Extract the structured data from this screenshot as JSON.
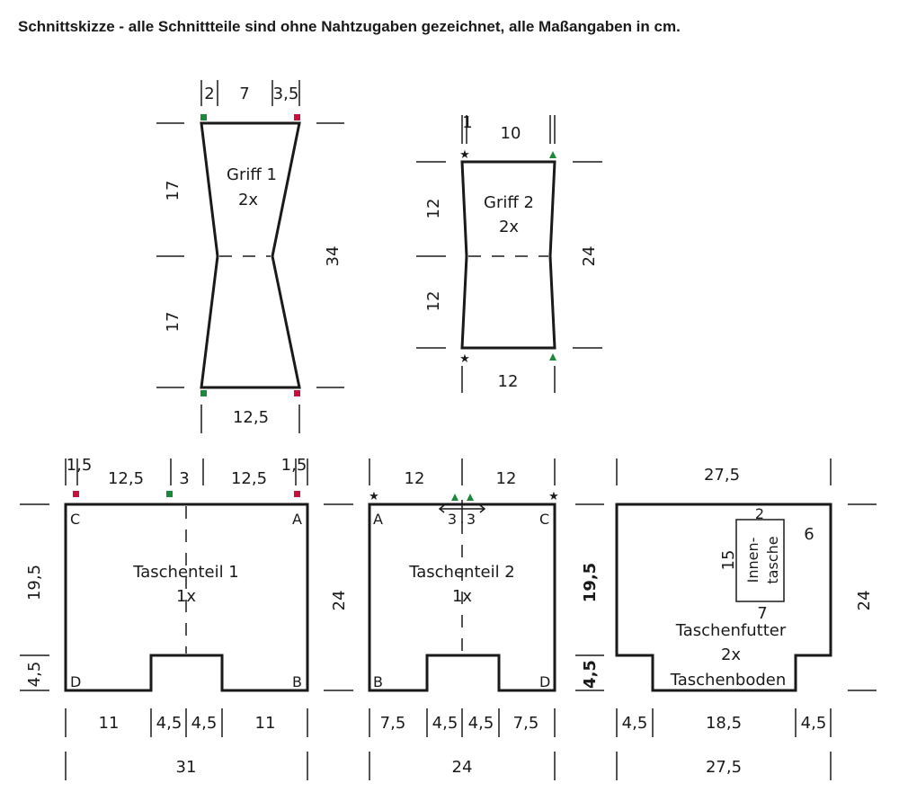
{
  "title": "Schnittskizze - alle Schnittteile sind ohne Nahtzugaben gezeichnet, alle Maßangaben in cm.",
  "colors": {
    "red_marker": "#c8103e",
    "green_marker": "#1a8a3a",
    "line": "#1a1a1a"
  },
  "griff1": {
    "name": "Griff 1",
    "count": "2x",
    "top_dims": [
      "2",
      "7",
      "3,5"
    ],
    "left_upper": "17",
    "left_lower": "17",
    "right": "34",
    "bottom": "12,5"
  },
  "griff2": {
    "name": "Griff 2",
    "count": "2x",
    "top_dims": [
      "1",
      "10"
    ],
    "left_upper": "12",
    "left_lower": "12",
    "right": "24",
    "bottom": "12"
  },
  "taschenteil1": {
    "name": "Taschenteil 1",
    "count": "1x",
    "top_dims": [
      "1,5",
      "12,5",
      "3",
      "12,5",
      "1,5"
    ],
    "left_upper": "19,5",
    "left_lower": "4,5",
    "right": "24",
    "bottom_dims": [
      "11",
      "4,5",
      "4,5",
      "11"
    ],
    "total": "31",
    "corners": [
      "C",
      "A",
      "D",
      "B"
    ]
  },
  "taschenteil2": {
    "name": "Taschenteil 2",
    "count": "1x",
    "top_dims": [
      "12",
      "12",
      "3",
      "3"
    ],
    "bottom_dims": [
      "7,5",
      "4,5",
      "4,5",
      "7,5"
    ],
    "total": "24",
    "corners": [
      "A",
      "C",
      "B",
      "D"
    ]
  },
  "taschenfutter": {
    "name": "Taschenfutter",
    "count": "2x",
    "base": "Taschenboden",
    "top": "27,5",
    "left_upper": "19,5",
    "left_lower": "4,5",
    "right": "24",
    "bottom_dims": [
      "4,5",
      "18,5",
      "4,5"
    ],
    "total": "27,5",
    "pocket_name_1": "Innen-",
    "pocket_name_2": "tasche",
    "pocket_h": "15",
    "pocket_top": "2",
    "pocket_right": "6",
    "pocket_bottom": "7"
  }
}
